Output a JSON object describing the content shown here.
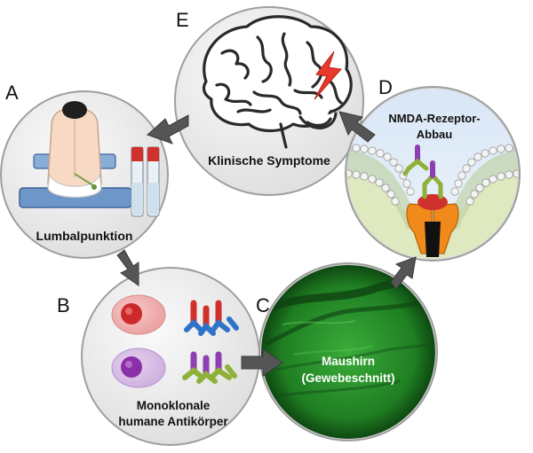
{
  "panels": {
    "A": {
      "letter": "A",
      "caption": "Lumbalpunktion"
    },
    "B": {
      "letter": "B",
      "caption_line1": "Monoklonale",
      "caption_line2": "humane Antikörper"
    },
    "C": {
      "letter": "C",
      "caption_line1": "Maushirn",
      "caption_line2": "(Gewebeschnitt)"
    },
    "D": {
      "letter": "D",
      "caption_line1": "NMDA-Rezeptor-",
      "caption_line2": "Abbau"
    },
    "E": {
      "letter": "E",
      "caption": "Klinische Symptome"
    }
  },
  "colors": {
    "circle_fill": "#ececec",
    "arrow": "#555555",
    "tissue_green": "#2e9a2e",
    "receptor_orange": "#f08a1a",
    "tube_red": "#d0312d",
    "lightning": "#e8392b"
  }
}
